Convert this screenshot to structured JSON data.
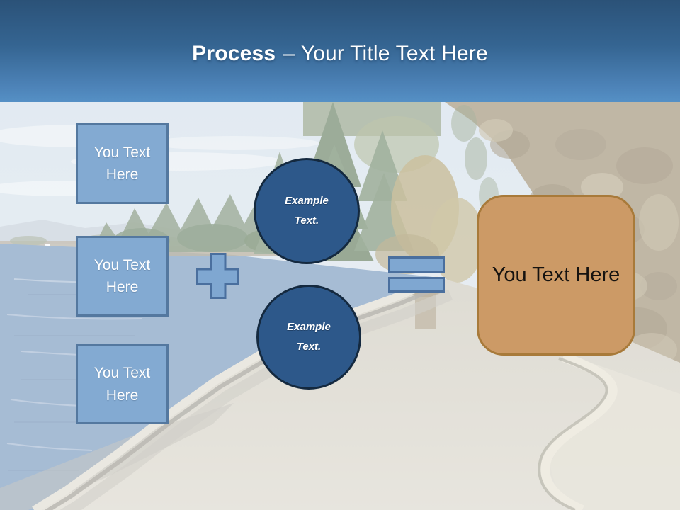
{
  "slide": {
    "title": {
      "bold": "Process",
      "rest": "– Your Title Text Here"
    },
    "process_diagram": {
      "input_boxes": [
        {
          "label": "You Text Here"
        },
        {
          "label": "You Text Here"
        },
        {
          "label": "You Text Here"
        }
      ],
      "plus_operator_icon": "plus-sign",
      "equals_operator_icon": "equals-sign",
      "example_circles": [
        {
          "label": "Example Text."
        },
        {
          "label": "Example Text."
        }
      ],
      "result_box": {
        "label": "You Text Here"
      }
    },
    "colors": {
      "header_gradient_top": "#2b5278",
      "header_gradient_bottom": "#5590c5",
      "input_box_fill": "#83aad2",
      "input_box_border": "#54789f",
      "operator_fill": "#7fa7d1",
      "operator_border": "#4a6f9e",
      "circle_fill": "#2d588a",
      "circle_border": "#14293f",
      "result_fill": "#cc9a66",
      "result_border": "#a87a3a",
      "title_text": "#ffffff",
      "result_text": "#161310"
    },
    "background_description": "seawall-coastal-path-photo-washed-white"
  }
}
